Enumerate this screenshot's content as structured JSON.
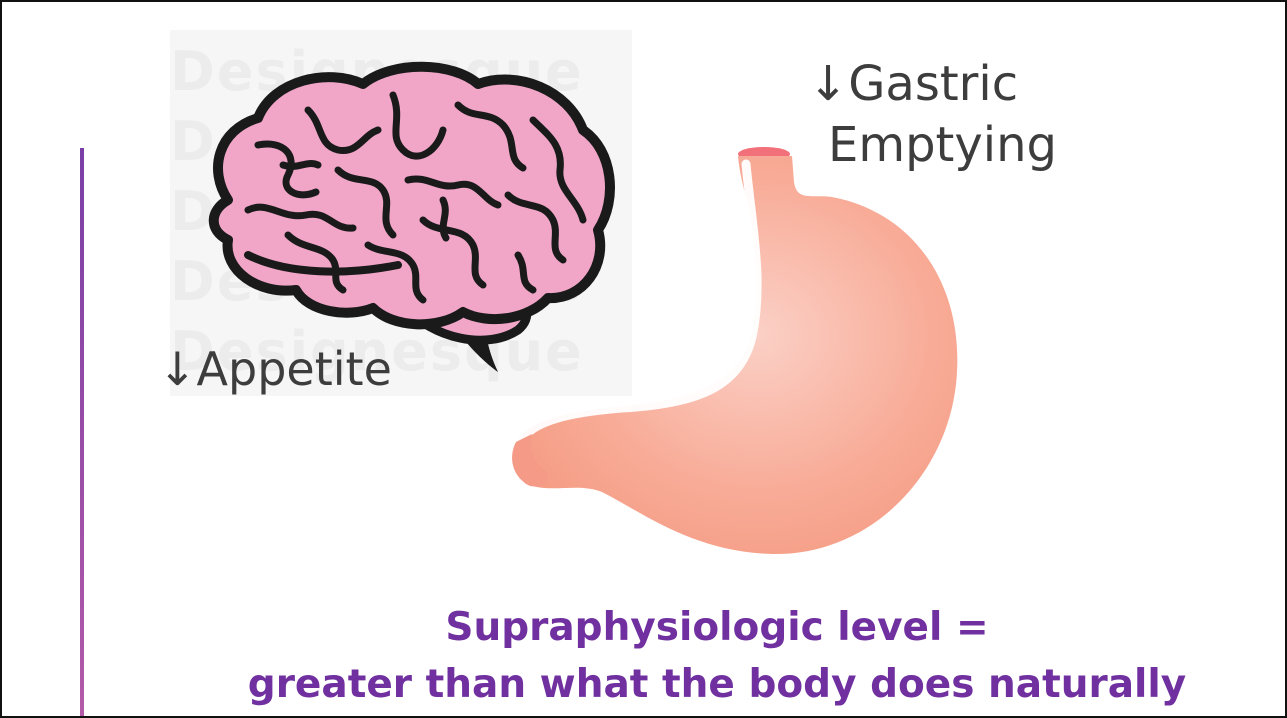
{
  "labels": {
    "appetite": {
      "arrow": "↓",
      "text": "Appetite"
    },
    "gastric": {
      "arrow": "↓",
      "line1": "Gastric",
      "line2": "Emptying"
    }
  },
  "caption": {
    "line1": "Supraphysiologic level =",
    "line2": "greater than what the body does naturally"
  },
  "watermark": {
    "text": "Designesque"
  },
  "icons": {
    "brain": "brain-illustration",
    "stomach": "stomach-illustration"
  },
  "colors": {
    "caption": "#7030a0",
    "label": "#3d3d3d",
    "brain_fill": "#f1a6c8",
    "stomach_fill": "#f7a693",
    "accent": "#8a3fa8"
  }
}
